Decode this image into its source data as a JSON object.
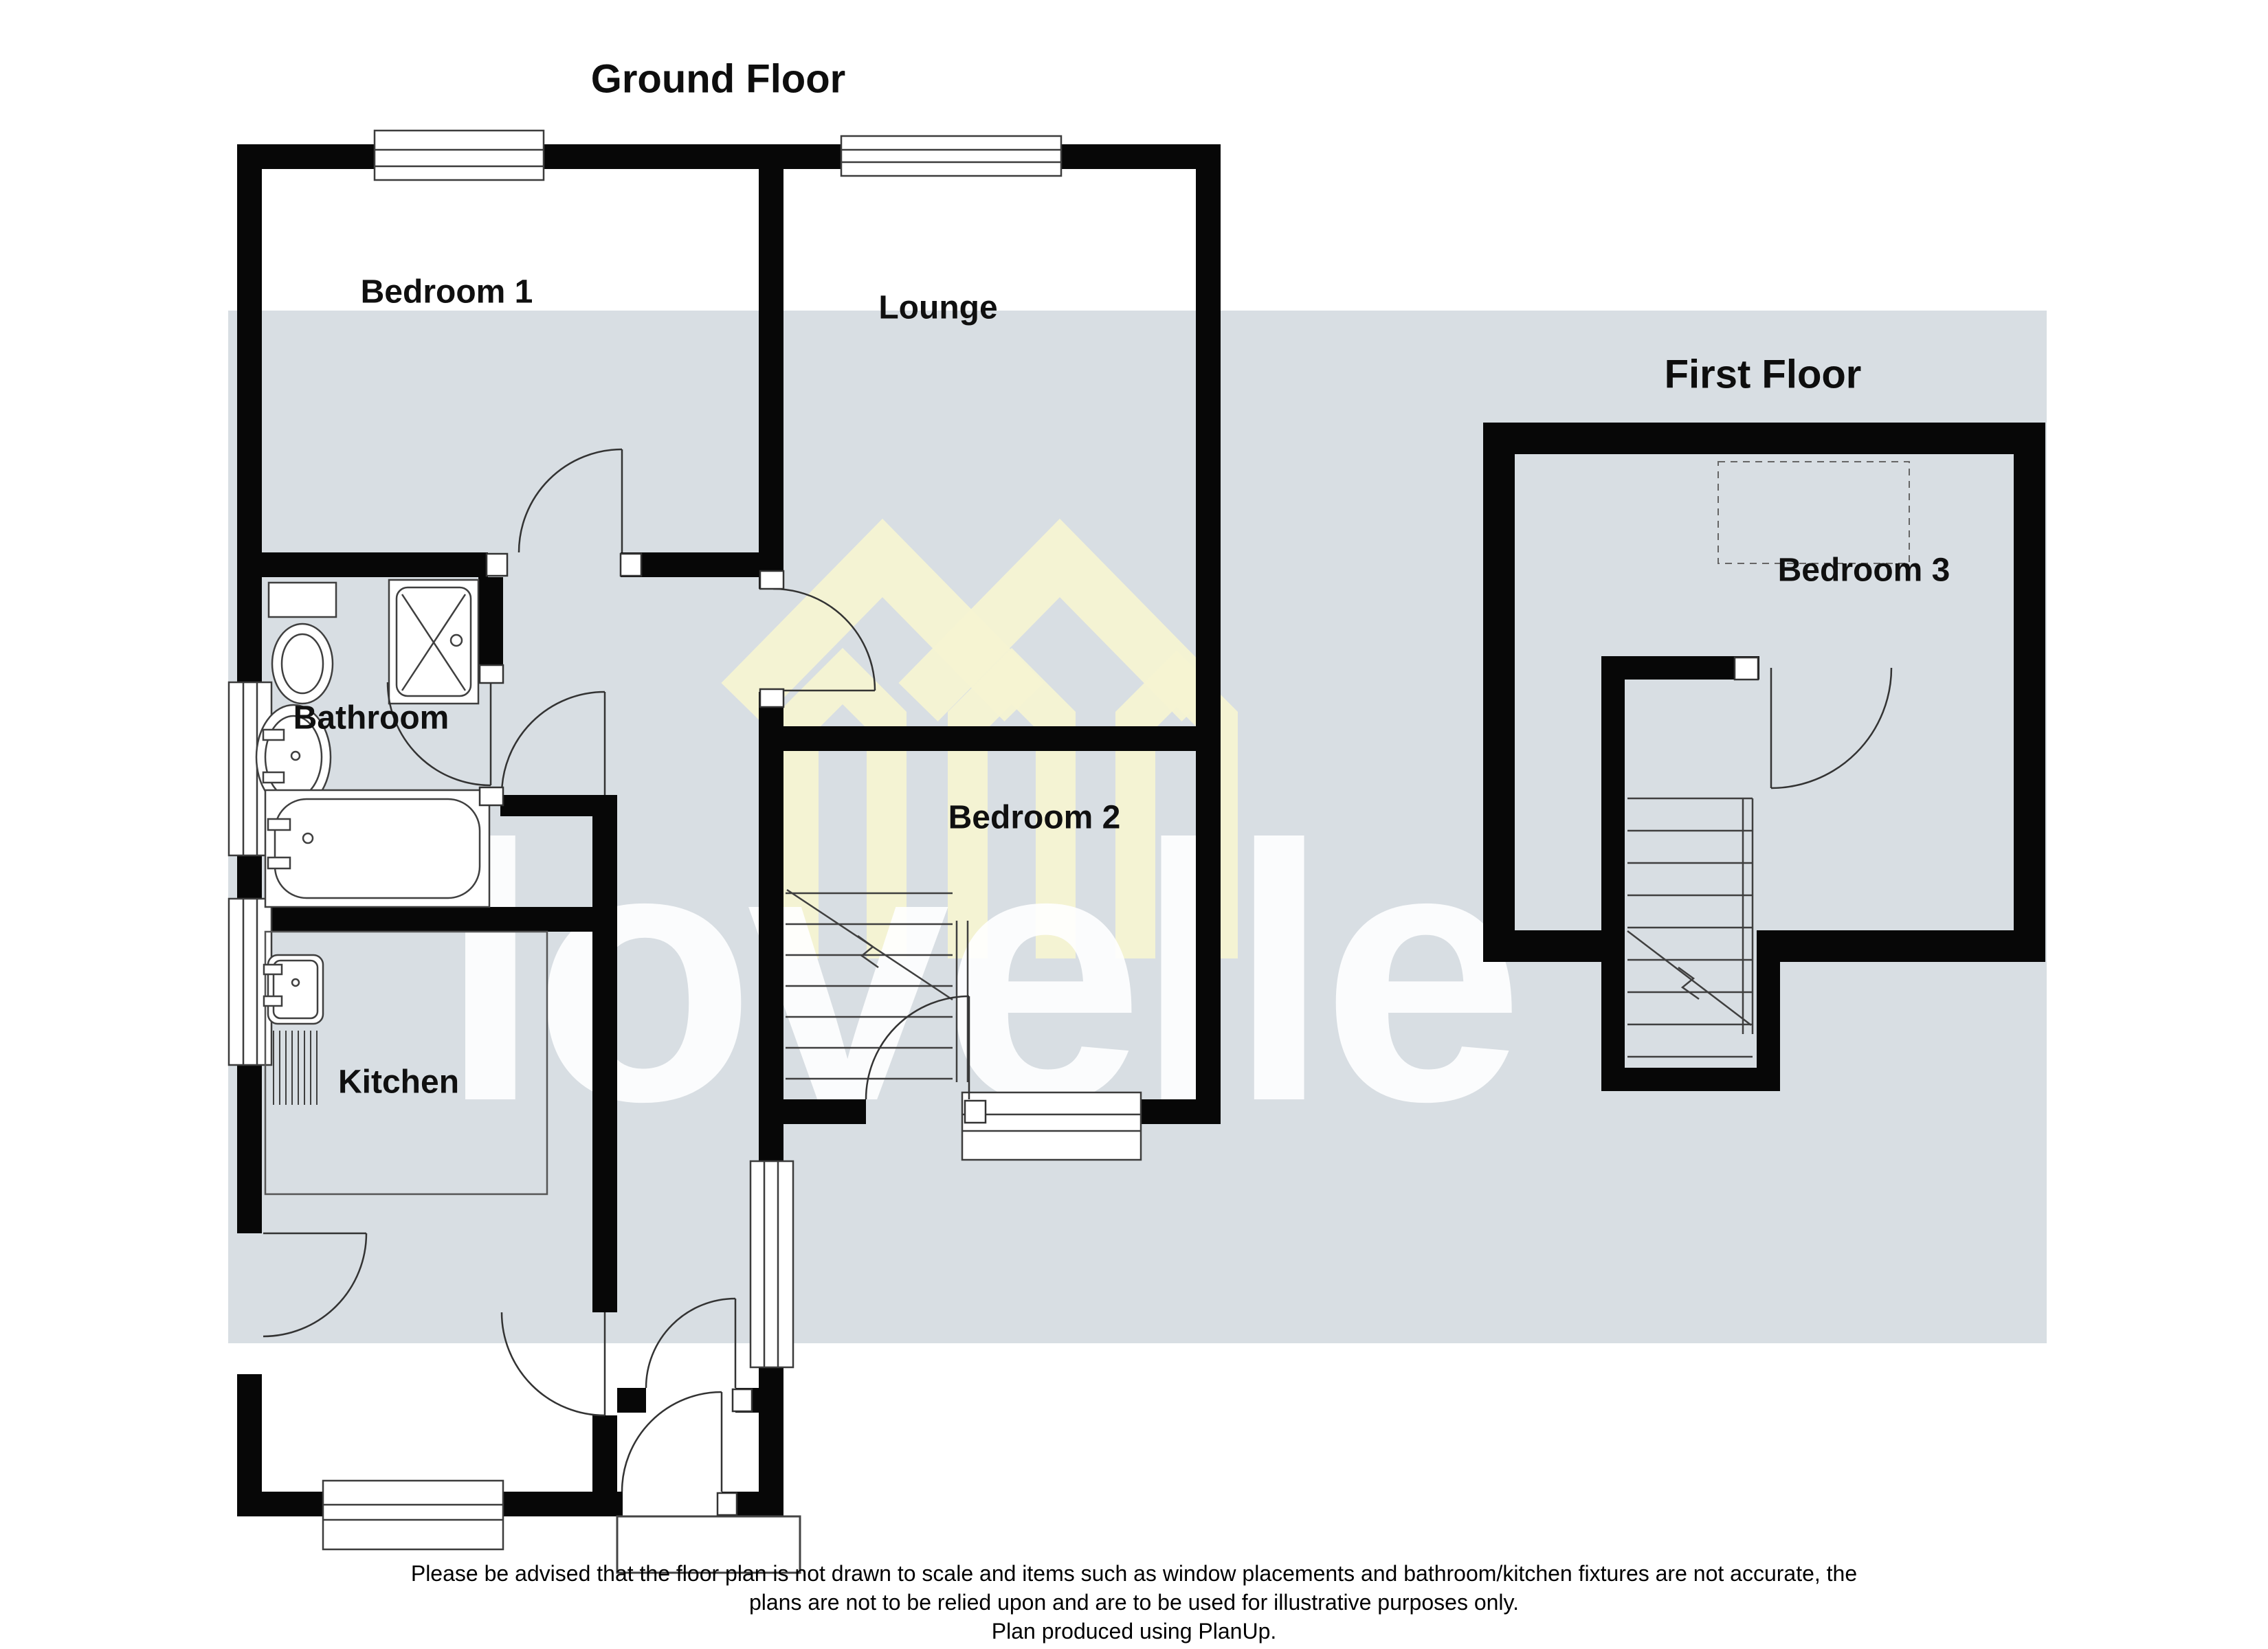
{
  "page": {
    "background": "#ffffff",
    "band_color": "#d8dee3",
    "wall_color": "#070707"
  },
  "ground_floor": {
    "title": "Ground Floor",
    "rooms": {
      "bedroom1": "Bedroom 1",
      "lounge": "Lounge",
      "bathroom": "Bathroom",
      "kitchen": "Kitchen",
      "bedroom2": "Bedroom 2"
    }
  },
  "first_floor": {
    "title": "First Floor",
    "rooms": {
      "bedroom3": "Bedroom 3"
    }
  },
  "watermark": {
    "text": "lovelle",
    "logo_icon": "house-roofs-icon",
    "text_color": "#ffffff",
    "logo_color": "#f5f3d2"
  },
  "fixtures": {
    "toilet": "toilet-icon",
    "shower": "shower-icon",
    "sink": "pedestal-sink-icon",
    "bathtub": "bathtub-icon",
    "kitchen_sink": "kitchen-sink-icon",
    "stairs": "stairs-icon"
  },
  "disclaimer": {
    "line1": "Please be advised that the floor plan is not drawn to scale and items such as window placements and bathroom/kitchen fixtures are not accurate, the",
    "line2": "plans are not to be relied upon and are to be used for illustrative purposes only.",
    "line3": "Plan produced using PlanUp."
  }
}
